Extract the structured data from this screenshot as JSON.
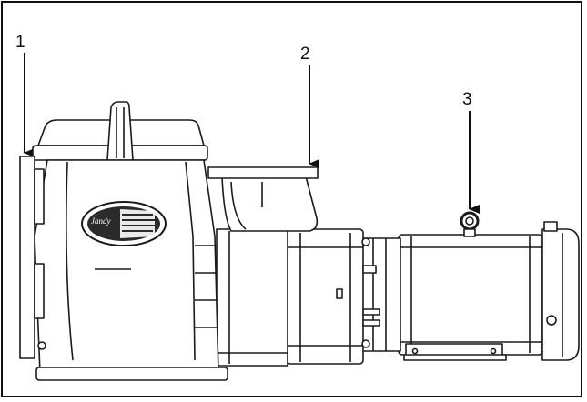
{
  "callouts": [
    {
      "label": "1"
    },
    {
      "label": "2"
    },
    {
      "label": "3"
    }
  ],
  "brand_badge": "Jandy",
  "colors": {
    "line": "#1a1a1a",
    "fill": "#ffffff",
    "shade": "#e8e8e8",
    "dark": "#2b2b2b"
  }
}
